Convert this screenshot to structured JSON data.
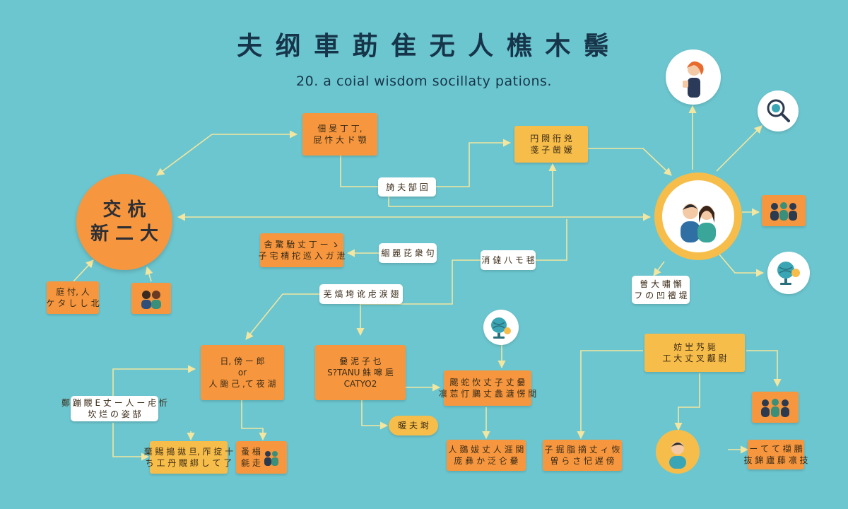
{
  "header": {
    "title": "夫 纲 車 莇 隹 无 人 樵 木 鬃",
    "subtitle": "20. a coial wisdom socillaty pations."
  },
  "main_circle": {
    "line1": "交 杭",
    "line2": "新 二 大"
  },
  "nodes": {
    "top_mid": {
      "line1": "佃 旻 丁 丁,",
      "line2": "屁 忭 大 ド 颚"
    },
    "top_right": {
      "line1": "円 閖 衎 兇",
      "line2": "戔 子 凿 嫒"
    },
    "connector_top": {
      "line1": "旑 夫 郜 回"
    },
    "mid_left": {
      "line1": "舍 驚 駘 丈 丁 ー ゝ",
      "line2": "子 宅 棈 拕 巡 入 ガ 泄"
    },
    "mid_center": {
      "line1": "絪 麗 芘 衆 句"
    },
    "mid_right": {
      "line1": "消 㒓 八 モ 毬"
    },
    "left_bottom": {
      "line1": "庭 忖,  人",
      "line2": "ケ タ し し 北"
    },
    "center_label": {
      "line1": "芜 熇 垮 讹 虍 涙 翅"
    },
    "lower_left": {
      "line1": "日, 傍 ー 郎",
      "line2": "or",
      "line3": "人 颱 己 ,て 夜 湖"
    },
    "lower_center": {
      "line1": "嘦 泥 子 乜",
      "line2": "S?TANU 鮢 嗥 巵",
      "line3": "CATYO2"
    },
    "lower_center_pill": {
      "line1": "暖 夫 埘"
    },
    "right_low_mid": {
      "line1": "颸 蛇 忺 丈 子 丈 嘦",
      "line2": "凛 莣 忊 鵩 丈 蠡 溏 愣 閲"
    },
    "right_yellow": {
      "line1": "妨 㞬 艿 毙",
      "line2": "工 大 丈 叉 觏 尉"
    },
    "right_person_label": {
      "line1": "曽 大 嘯 懈",
      "line2": "フ の 凹 襢 堤"
    },
    "far_left_white": {
      "line1": "鄭 蹦 覸 E 丈 ー 人 ー 虍 忻",
      "line2": "坎 烂 の 姿 郜"
    },
    "bottom_left_yellow": {
      "line1": "棄 賜 搗 拋 旦,  厏 掟 十",
      "line2": "ち 工 丹 覸 綁 し て 了"
    },
    "bottom_left_people": {
      "line1": "蚤 榻",
      "line2": "毹 走"
    },
    "bottom_mid": {
      "line1": "人 鵽 妭 丈 人 涯 関",
      "line2": "庞 彝 か 泛 仑 嘦"
    },
    "bottom_mid_right": {
      "line1": "子 掘 脂 摘 丈 ィ 恢",
      "line2": "曽 ら さ 忋 遅 傍"
    },
    "bottom_right": {
      "line1": "ー て て 襭 鵬",
      "line2": "抜 錦 廬 藤 凛 技"
    }
  },
  "colors": {
    "background": "#6cc6cf",
    "orange": "#f6973f",
    "yellow": "#f7bd4a",
    "line": "#f2e6a0",
    "title": "#17354a"
  },
  "icons": [
    "woman-phone-icon",
    "magnifier-icon",
    "couple-icon",
    "group-icon",
    "globe-icon",
    "person-icon",
    "team-icon"
  ]
}
